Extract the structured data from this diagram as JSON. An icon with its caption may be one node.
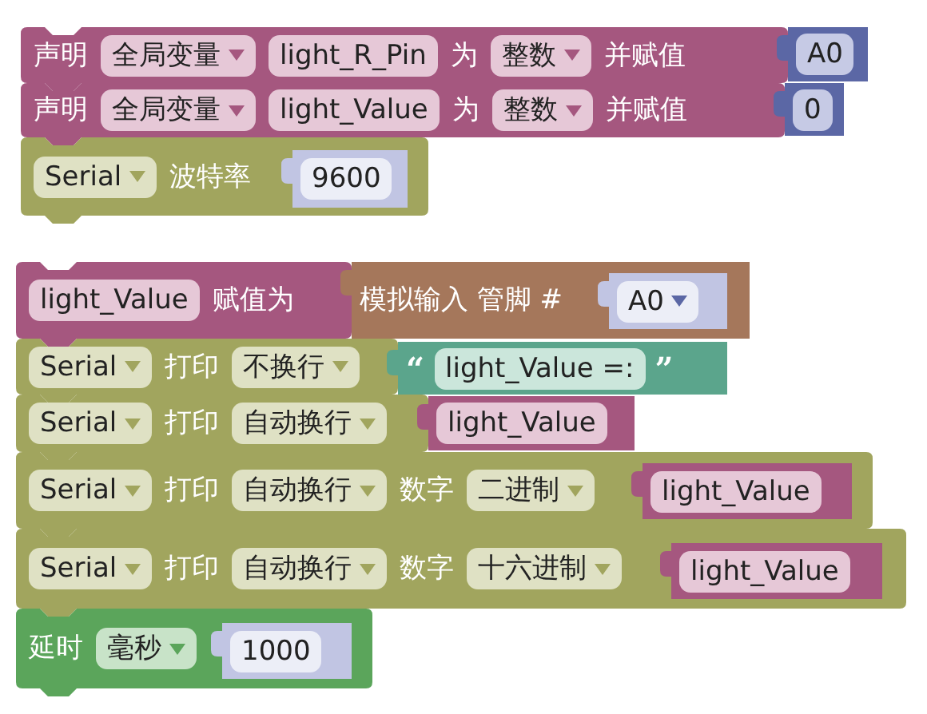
{
  "diagram": {
    "nodes": [
      {
        "text": [
          "声明",
          "全局变量",
          "light_R_Pin",
          "为",
          "整数",
          "并赋值"
        ]
      },
      {
        "text": [
          "A0"
        ]
      },
      {
        "text": [
          "声明",
          "全局变量",
          "light_Value",
          "为",
          "整数",
          "并赋值"
        ]
      },
      {
        "text": [
          "0"
        ]
      },
      {
        "text": [
          "Serial",
          "波特率"
        ]
      },
      {
        "text": [
          "9600"
        ],
        "in": 4
      },
      {
        "text": [
          "light_Value",
          "赋值为"
        ]
      },
      {
        "text": [
          "模拟输入 管脚 #"
        ]
      },
      {
        "text": [
          "A0"
        ],
        "in": 7
      },
      {
        "text": [
          "Serial",
          "打印",
          "不换行"
        ]
      },
      {
        "text": [
          "“",
          "light_Value =:",
          "”"
        ]
      },
      {
        "text": [
          "Serial",
          "打印",
          "自动换行"
        ]
      },
      {
        "text": [
          "light_Value"
        ]
      },
      {
        "text": [
          "Serial",
          "打印",
          "自动换行",
          "数字",
          "二进制"
        ]
      },
      {
        "text": [
          "light_Value"
        ],
        "in": 13
      },
      {
        "text": [
          "Serial",
          "打印",
          "自动换行",
          "数字",
          "十六进制"
        ]
      },
      {
        "text": [
          "light_Value"
        ],
        "in": 15
      },
      {
        "text": [
          "延时",
          "毫秒"
        ]
      },
      {
        "text": [
          "1000"
        ],
        "in": 17
      }
    ]
  }
}
